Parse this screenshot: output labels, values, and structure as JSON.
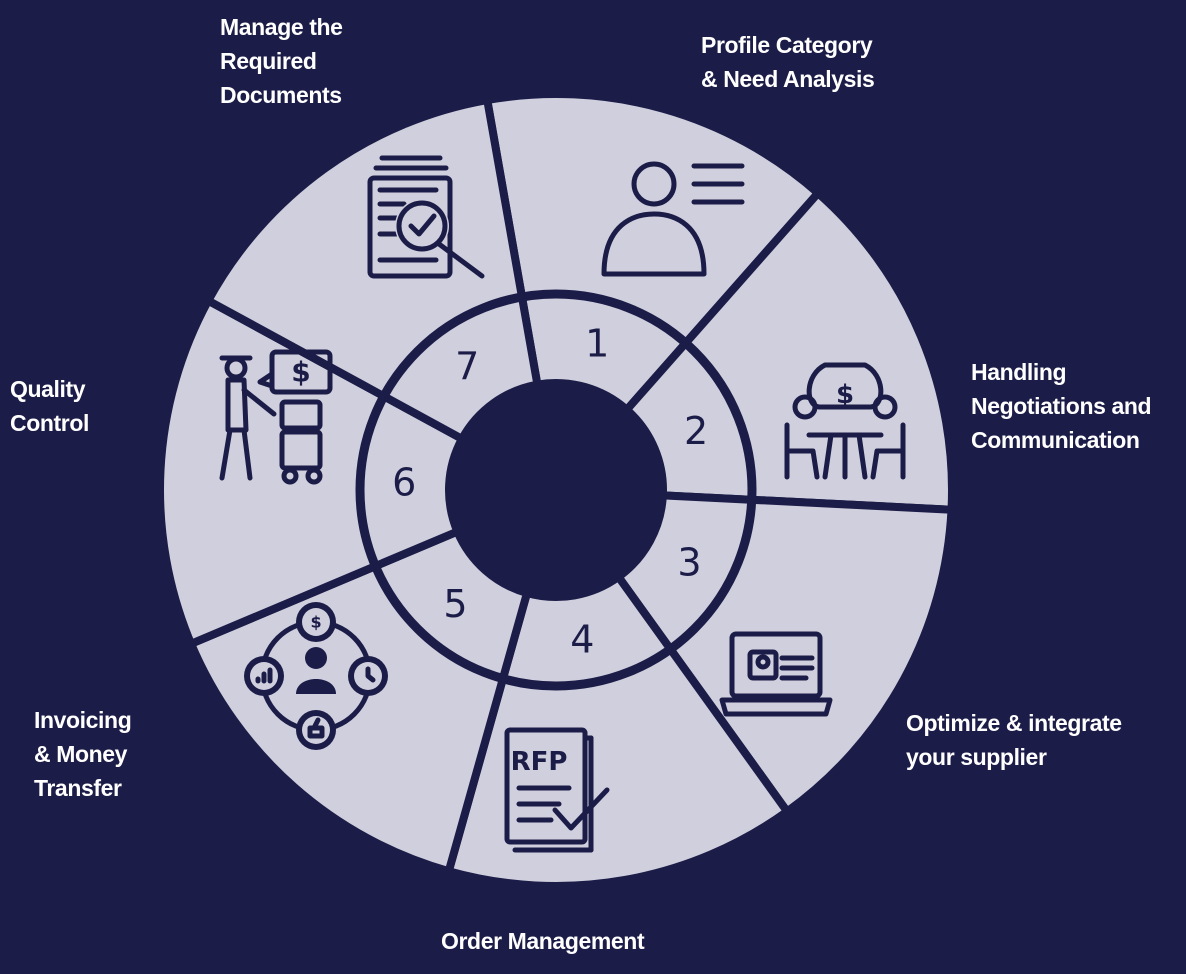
{
  "colors": {
    "background": "#1c1c48",
    "segment": "#cfcfde",
    "ink": "#1c1c48",
    "label": "#ffffff"
  },
  "steps": [
    {
      "number": "1",
      "label_lines": [
        "Profile Category",
        "& Need Analysis"
      ],
      "icon": "user-profile-icon"
    },
    {
      "number": "2",
      "label_lines": [
        "Handling",
        "Negotiations and",
        "Communication"
      ],
      "icon": "negotiation-icon"
    },
    {
      "number": "3",
      "label_lines": [
        "Optimize & integrate",
        "your supplier"
      ],
      "icon": "laptop-supplier-icon"
    },
    {
      "number": "4",
      "label_lines": [
        "Order Management"
      ],
      "icon": "rfp-document-icon"
    },
    {
      "number": "5",
      "label_lines": [
        "Invoicing",
        "& Money",
        "Transfer"
      ],
      "icon": "money-network-icon"
    },
    {
      "number": "6",
      "label_lines": [
        "Quality",
        "Control"
      ],
      "icon": "quality-inspector-icon"
    },
    {
      "number": "7",
      "label_lines": [
        "Manage the",
        "Required",
        "Documents"
      ],
      "icon": "document-search-icon"
    }
  ],
  "icon_text": {
    "rfp": "RFP",
    "dollar": "$"
  }
}
